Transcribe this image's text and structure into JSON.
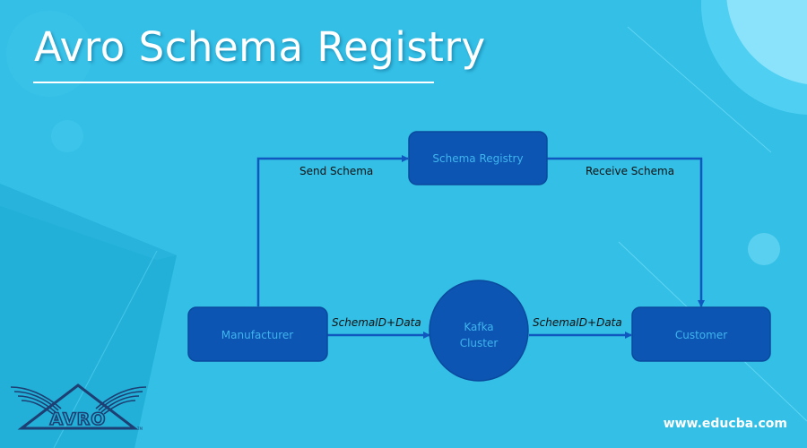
{
  "header": {
    "title": "Avro Schema Registry"
  },
  "diagram": {
    "nodes": {
      "schema_registry": "Schema Registry",
      "manufacturer": "Manufacturer",
      "kafka_line1": "Kafka",
      "kafka_line2": "Cluster",
      "customer": "Customer"
    },
    "edges": {
      "send_schema": "Send Schema",
      "receive_schema": "Receive Schema",
      "manufacturer_to_kafka": "SchemaID+Data",
      "kafka_to_customer": "SchemaID+Data"
    }
  },
  "logo": {
    "text": "AVRO",
    "mark": "TM"
  },
  "footer": {
    "url": "www.educba.com"
  },
  "colors": {
    "background": "#33bfe6",
    "node_fill": "#0d55b2",
    "node_text": "#3fb4ee",
    "edge": "#1058c0",
    "title": "#ffffff"
  }
}
